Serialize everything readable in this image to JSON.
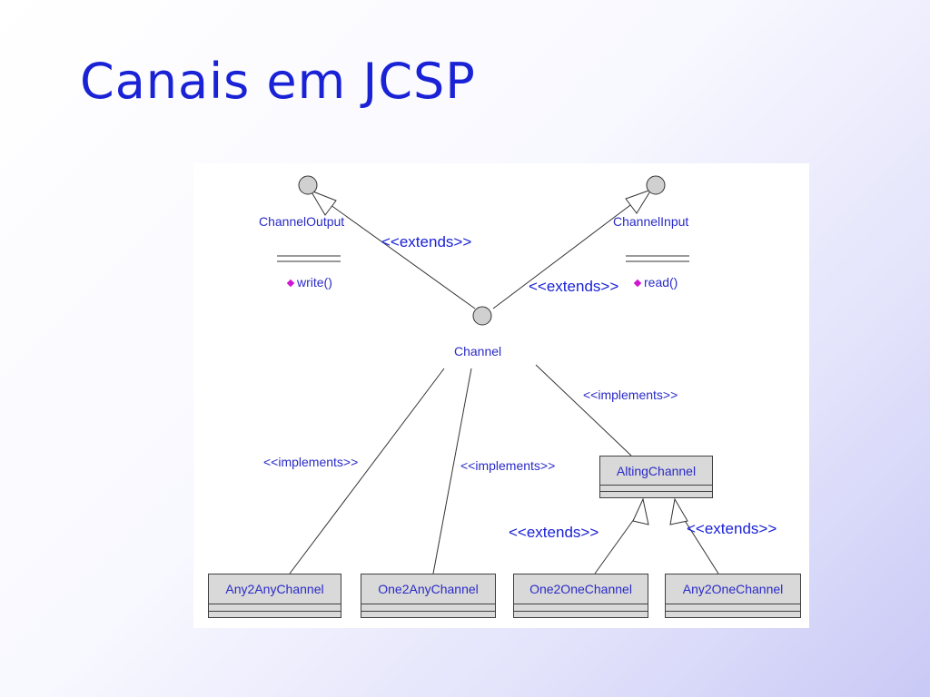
{
  "slide": {
    "title": "Canais em JCSP"
  },
  "diagram": {
    "interfaces": {
      "channel_output": {
        "name": "ChannelOutput",
        "method": "write()"
      },
      "channel_input": {
        "name": "ChannelInput",
        "method": "read()"
      },
      "channel": {
        "name": "Channel"
      }
    },
    "classes": {
      "alting_channel": "AltingChannel",
      "any2any": "Any2AnyChannel",
      "one2any": "One2AnyChannel",
      "one2one": "One2OneChannel",
      "any2one": "Any2OneChannel"
    },
    "relations": {
      "extends_left": "<<extends>>",
      "extends_right": "<<extends>>",
      "implements_alting": "<<implements>>",
      "implements_any2any": "<<implements>>",
      "implements_one2any": "<<implements>>",
      "extends_one2one": "<<extends>>",
      "extends_any2one": "<<extends>>"
    },
    "colors": {
      "title": "#1a22d6",
      "label": "#2a2ac8",
      "class_fill": "#d9d9d9",
      "interface_circle": "#d0d0d0",
      "method_marker": "#d016d0"
    }
  }
}
